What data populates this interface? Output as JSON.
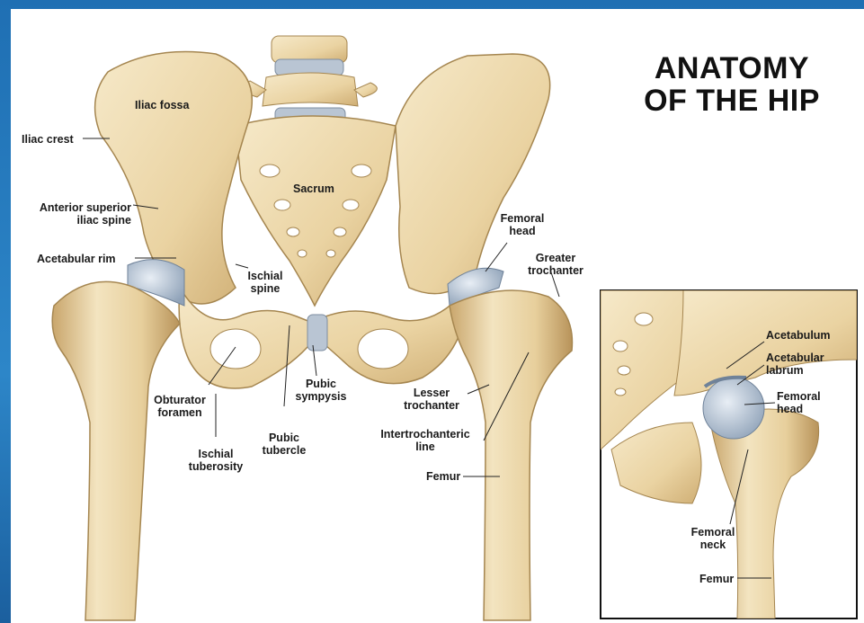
{
  "title_line1": "ANATOMY",
  "title_line2": "OF THE HIP",
  "labels": {
    "iliac_fossa": "Iliac fossa",
    "iliac_crest": "Iliac crest",
    "asis_1": "Anterior superior",
    "asis_2": "iliac spine",
    "acetabular_rim": "Acetabular rim",
    "ischial_spine_1": "Ischial",
    "ischial_spine_2": "spine",
    "sacrum": "Sacrum",
    "obturator_1": "Obturator",
    "obturator_2": "foramen",
    "ischial_tub_1": "Ischial",
    "ischial_tub_2": "tuberosity",
    "pubic_tubercle_1": "Pubic",
    "pubic_tubercle_2": "tubercle",
    "pubic_symphysis_1": "Pubic",
    "pubic_symphysis_2": "sympysis",
    "femoral_head_1": "Femoral",
    "femoral_head_2": "head",
    "greater_troch_1": "Greater",
    "greater_troch_2": "trochanter",
    "lesser_troch_1": "Lesser",
    "lesser_troch_2": "trochanter",
    "intertroch_1": "Intertrochanteric",
    "intertroch_2": "line",
    "femur": "Femur"
  },
  "inset_labels": {
    "acetabulum": "Acetabulum",
    "acetabular_labrum_1": "Acetabular",
    "acetabular_labrum_2": "labrum",
    "femoral_head_1": "Femoral",
    "femoral_head_2": "head",
    "femoral_neck_1": "Femoral",
    "femoral_neck_2": "neck",
    "femur": "Femur"
  },
  "colors": {
    "bone": "#ecd9b0",
    "bone_shadow": "#c9a86e",
    "cartilage": "#aab8c8",
    "frame": "#2a7fbf"
  }
}
